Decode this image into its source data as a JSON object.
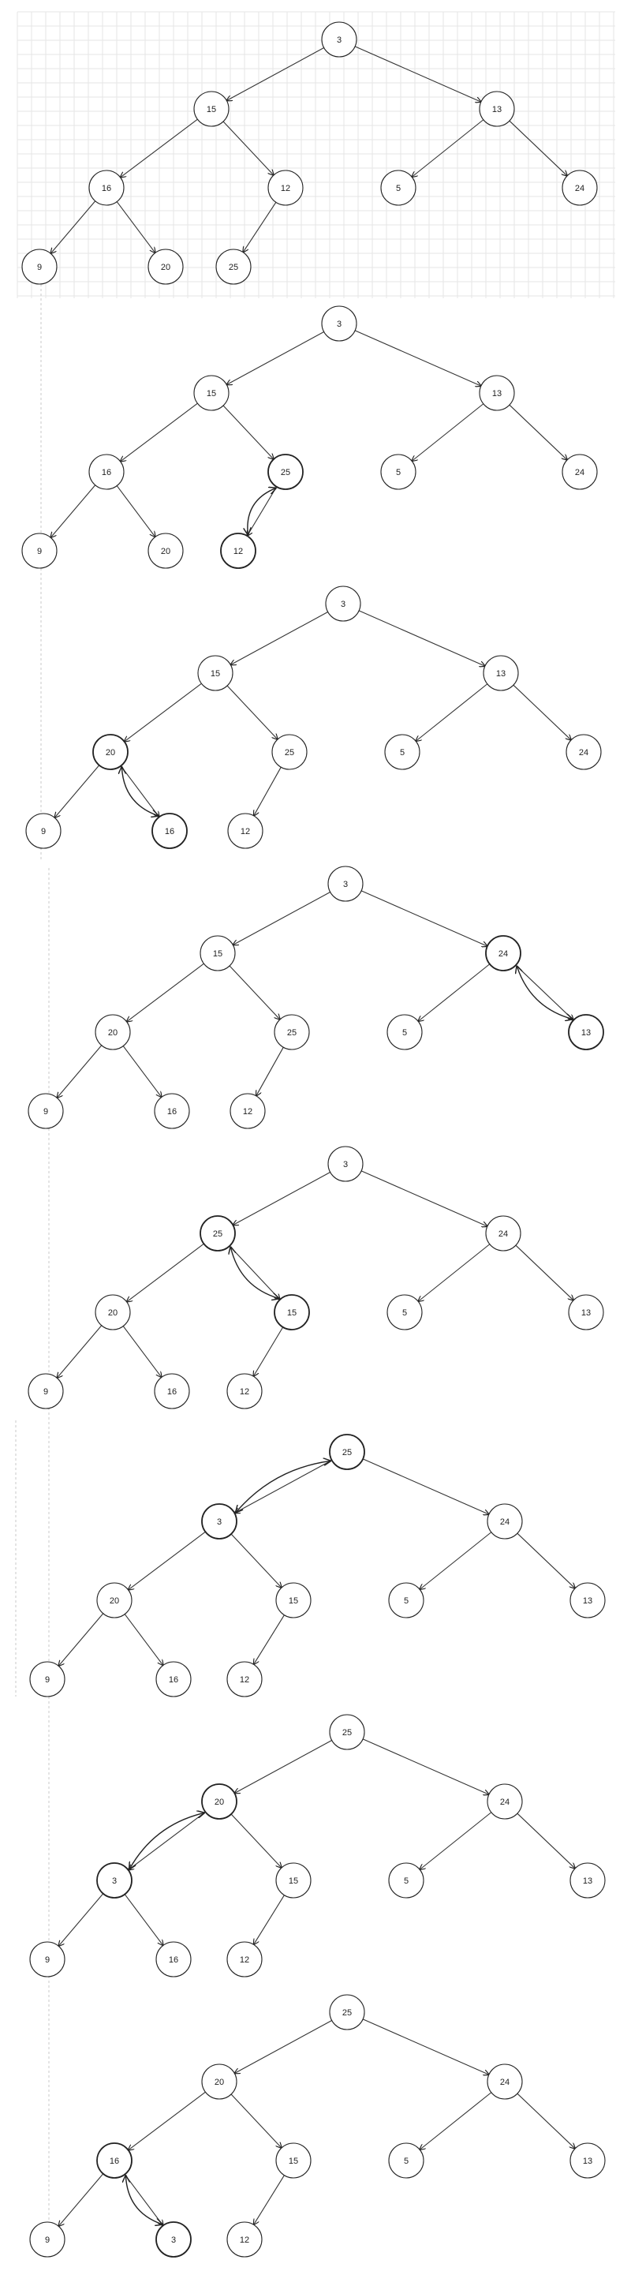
{
  "diagrams": [
    {
      "nodes": [
        "3",
        "15",
        "13",
        "16",
        "12",
        "5",
        "24",
        "9",
        "20",
        "25"
      ],
      "edges": [
        [
          0,
          1
        ],
        [
          0,
          2
        ],
        [
          1,
          3
        ],
        [
          1,
          4
        ],
        [
          2,
          5
        ],
        [
          2,
          6
        ],
        [
          3,
          7
        ],
        [
          3,
          8
        ],
        [
          4,
          9
        ]
      ],
      "swap": null
    },
    {
      "nodes": [
        "3",
        "15",
        "13",
        "16",
        "25",
        "5",
        "24",
        "9",
        "20",
        "12"
      ],
      "edges": [
        [
          0,
          1
        ],
        [
          0,
          2
        ],
        [
          1,
          3
        ],
        [
          1,
          4
        ],
        [
          2,
          5
        ],
        [
          2,
          6
        ],
        [
          3,
          7
        ],
        [
          3,
          8
        ],
        [
          4,
          9
        ]
      ],
      "swap": [
        4,
        9
      ]
    },
    {
      "nodes": [
        "3",
        "15",
        "13",
        "20",
        "25",
        "5",
        "24",
        "9",
        "16",
        "12"
      ],
      "edges": [
        [
          0,
          1
        ],
        [
          0,
          2
        ],
        [
          1,
          3
        ],
        [
          1,
          4
        ],
        [
          2,
          5
        ],
        [
          2,
          6
        ],
        [
          3,
          7
        ],
        [
          3,
          8
        ],
        [
          4,
          9
        ]
      ],
      "swap": [
        3,
        8
      ]
    },
    {
      "nodes": [
        "3",
        "15",
        "24",
        "20",
        "25",
        "5",
        "13",
        "9",
        "16",
        "12"
      ],
      "edges": [
        [
          0,
          1
        ],
        [
          0,
          2
        ],
        [
          1,
          3
        ],
        [
          1,
          4
        ],
        [
          2,
          5
        ],
        [
          2,
          6
        ],
        [
          3,
          7
        ],
        [
          3,
          8
        ],
        [
          4,
          9
        ]
      ],
      "swap": [
        2,
        6
      ]
    },
    {
      "nodes": [
        "3",
        "25",
        "24",
        "20",
        "15",
        "5",
        "13",
        "9",
        "16",
        "12"
      ],
      "edges": [
        [
          0,
          1
        ],
        [
          0,
          2
        ],
        [
          1,
          3
        ],
        [
          1,
          4
        ],
        [
          2,
          5
        ],
        [
          2,
          6
        ],
        [
          3,
          7
        ],
        [
          3,
          8
        ],
        [
          4,
          9
        ]
      ],
      "swap": [
        1,
        4
      ]
    },
    {
      "nodes": [
        "25",
        "3",
        "24",
        "20",
        "15",
        "5",
        "13",
        "9",
        "16",
        "12"
      ],
      "edges": [
        [
          0,
          1
        ],
        [
          0,
          2
        ],
        [
          1,
          3
        ],
        [
          1,
          4
        ],
        [
          2,
          5
        ],
        [
          2,
          6
        ],
        [
          3,
          7
        ],
        [
          3,
          8
        ],
        [
          4,
          9
        ]
      ],
      "swap": [
        0,
        1
      ]
    },
    {
      "nodes": [
        "25",
        "20",
        "24",
        "3",
        "15",
        "5",
        "13",
        "9",
        "16",
        "12"
      ],
      "edges": [
        [
          0,
          1
        ],
        [
          0,
          2
        ],
        [
          1,
          3
        ],
        [
          1,
          4
        ],
        [
          2,
          5
        ],
        [
          2,
          6
        ],
        [
          3,
          7
        ],
        [
          3,
          8
        ],
        [
          4,
          9
        ]
      ],
      "swap": [
        1,
        3
      ]
    },
    {
      "nodes": [
        "25",
        "20",
        "24",
        "16",
        "15",
        "5",
        "13",
        "9",
        "3",
        "12"
      ],
      "edges": [
        [
          0,
          1
        ],
        [
          0,
          2
        ],
        [
          1,
          3
        ],
        [
          1,
          4
        ],
        [
          2,
          5
        ],
        [
          2,
          6
        ],
        [
          3,
          7
        ],
        [
          3,
          8
        ],
        [
          4,
          9
        ]
      ],
      "swap": [
        3,
        8
      ]
    }
  ]
}
